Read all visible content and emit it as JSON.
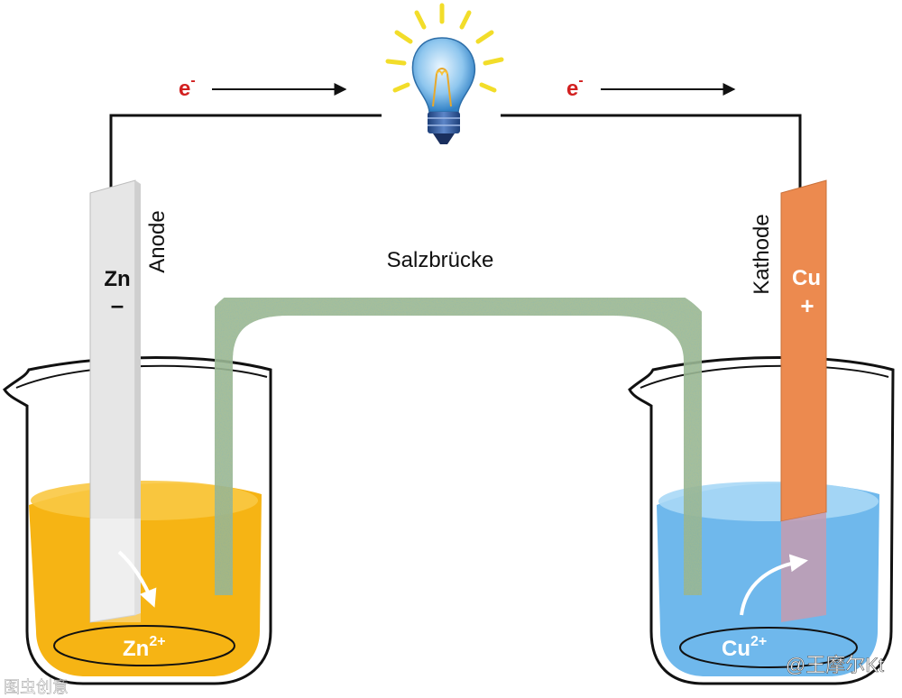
{
  "electron_left": {
    "base": "e",
    "sup": "-"
  },
  "electron_right": {
    "base": "e",
    "sup": "-"
  },
  "salt_bridge_label": "Salzbrücke",
  "anode": {
    "label": "Anode",
    "element": "Zn",
    "sign": "–"
  },
  "cathode": {
    "label": "Kathode",
    "element": "Cu",
    "sign": "+"
  },
  "zn_ion": {
    "base": "Zn",
    "sup": "2+"
  },
  "cu_ion": {
    "base": "Cu",
    "sup": "2+"
  },
  "watermark_right": "@王摩尔Kt",
  "watermark_left": "图虫创意",
  "colors": {
    "zinc_solution": "#f6b414",
    "copper_solution": "#6fb8ec",
    "zinc_electrode": "#e6e6e6",
    "copper_electrode": "#ec8a4f",
    "electron_label": "#d21f1f",
    "salt_bridge": "#9fb88f",
    "wire": "#111111"
  }
}
